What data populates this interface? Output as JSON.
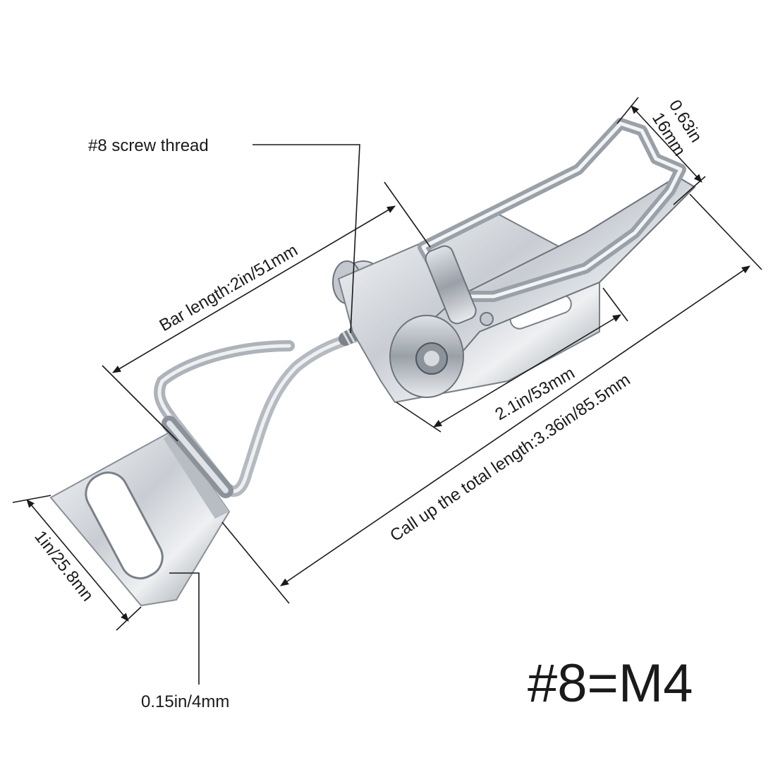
{
  "labels": {
    "screw_thread": "#8 screw thread",
    "bar_length": "Bar length:2in/51mm",
    "width_in": "0.63in",
    "width_mm": "16mm",
    "plate_length": "2.1in/53mm",
    "total_length": "Call up the total length:3.36in/85.5mm",
    "catch_width": "1in/25.8mn",
    "thickness": "0.15in/4mm",
    "size_note": "#8=M4"
  },
  "colors": {
    "metal_light": "#f2f3f5",
    "metal_mid": "#c4c8ce",
    "metal_dark": "#6d737b",
    "line": "#1a1a1a"
  }
}
